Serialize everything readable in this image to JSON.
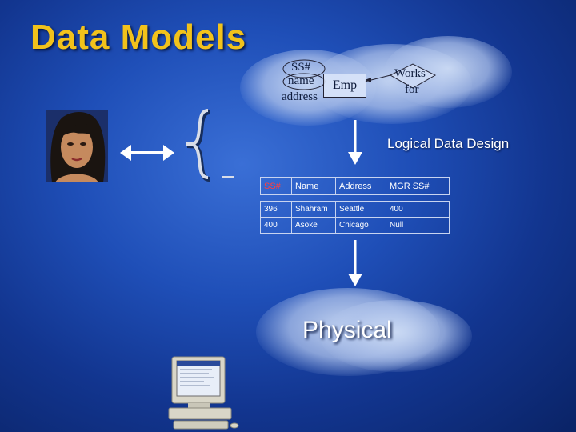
{
  "title": "Data Models",
  "diagram": {
    "attributes": [
      "SS#",
      "name",
      "address"
    ],
    "entity": "Emp",
    "relationship": [
      "Works",
      "for"
    ],
    "logical_label": "Logical Data Design",
    "physical_label": "Physical"
  },
  "table": {
    "headers": [
      "SS#",
      "Name",
      "Address",
      "MGR SS#"
    ],
    "rows": [
      [
        "396",
        "Shahram",
        "Seattle",
        "400"
      ],
      [
        "400",
        "Asoke",
        "Chicago",
        "Null"
      ]
    ]
  }
}
